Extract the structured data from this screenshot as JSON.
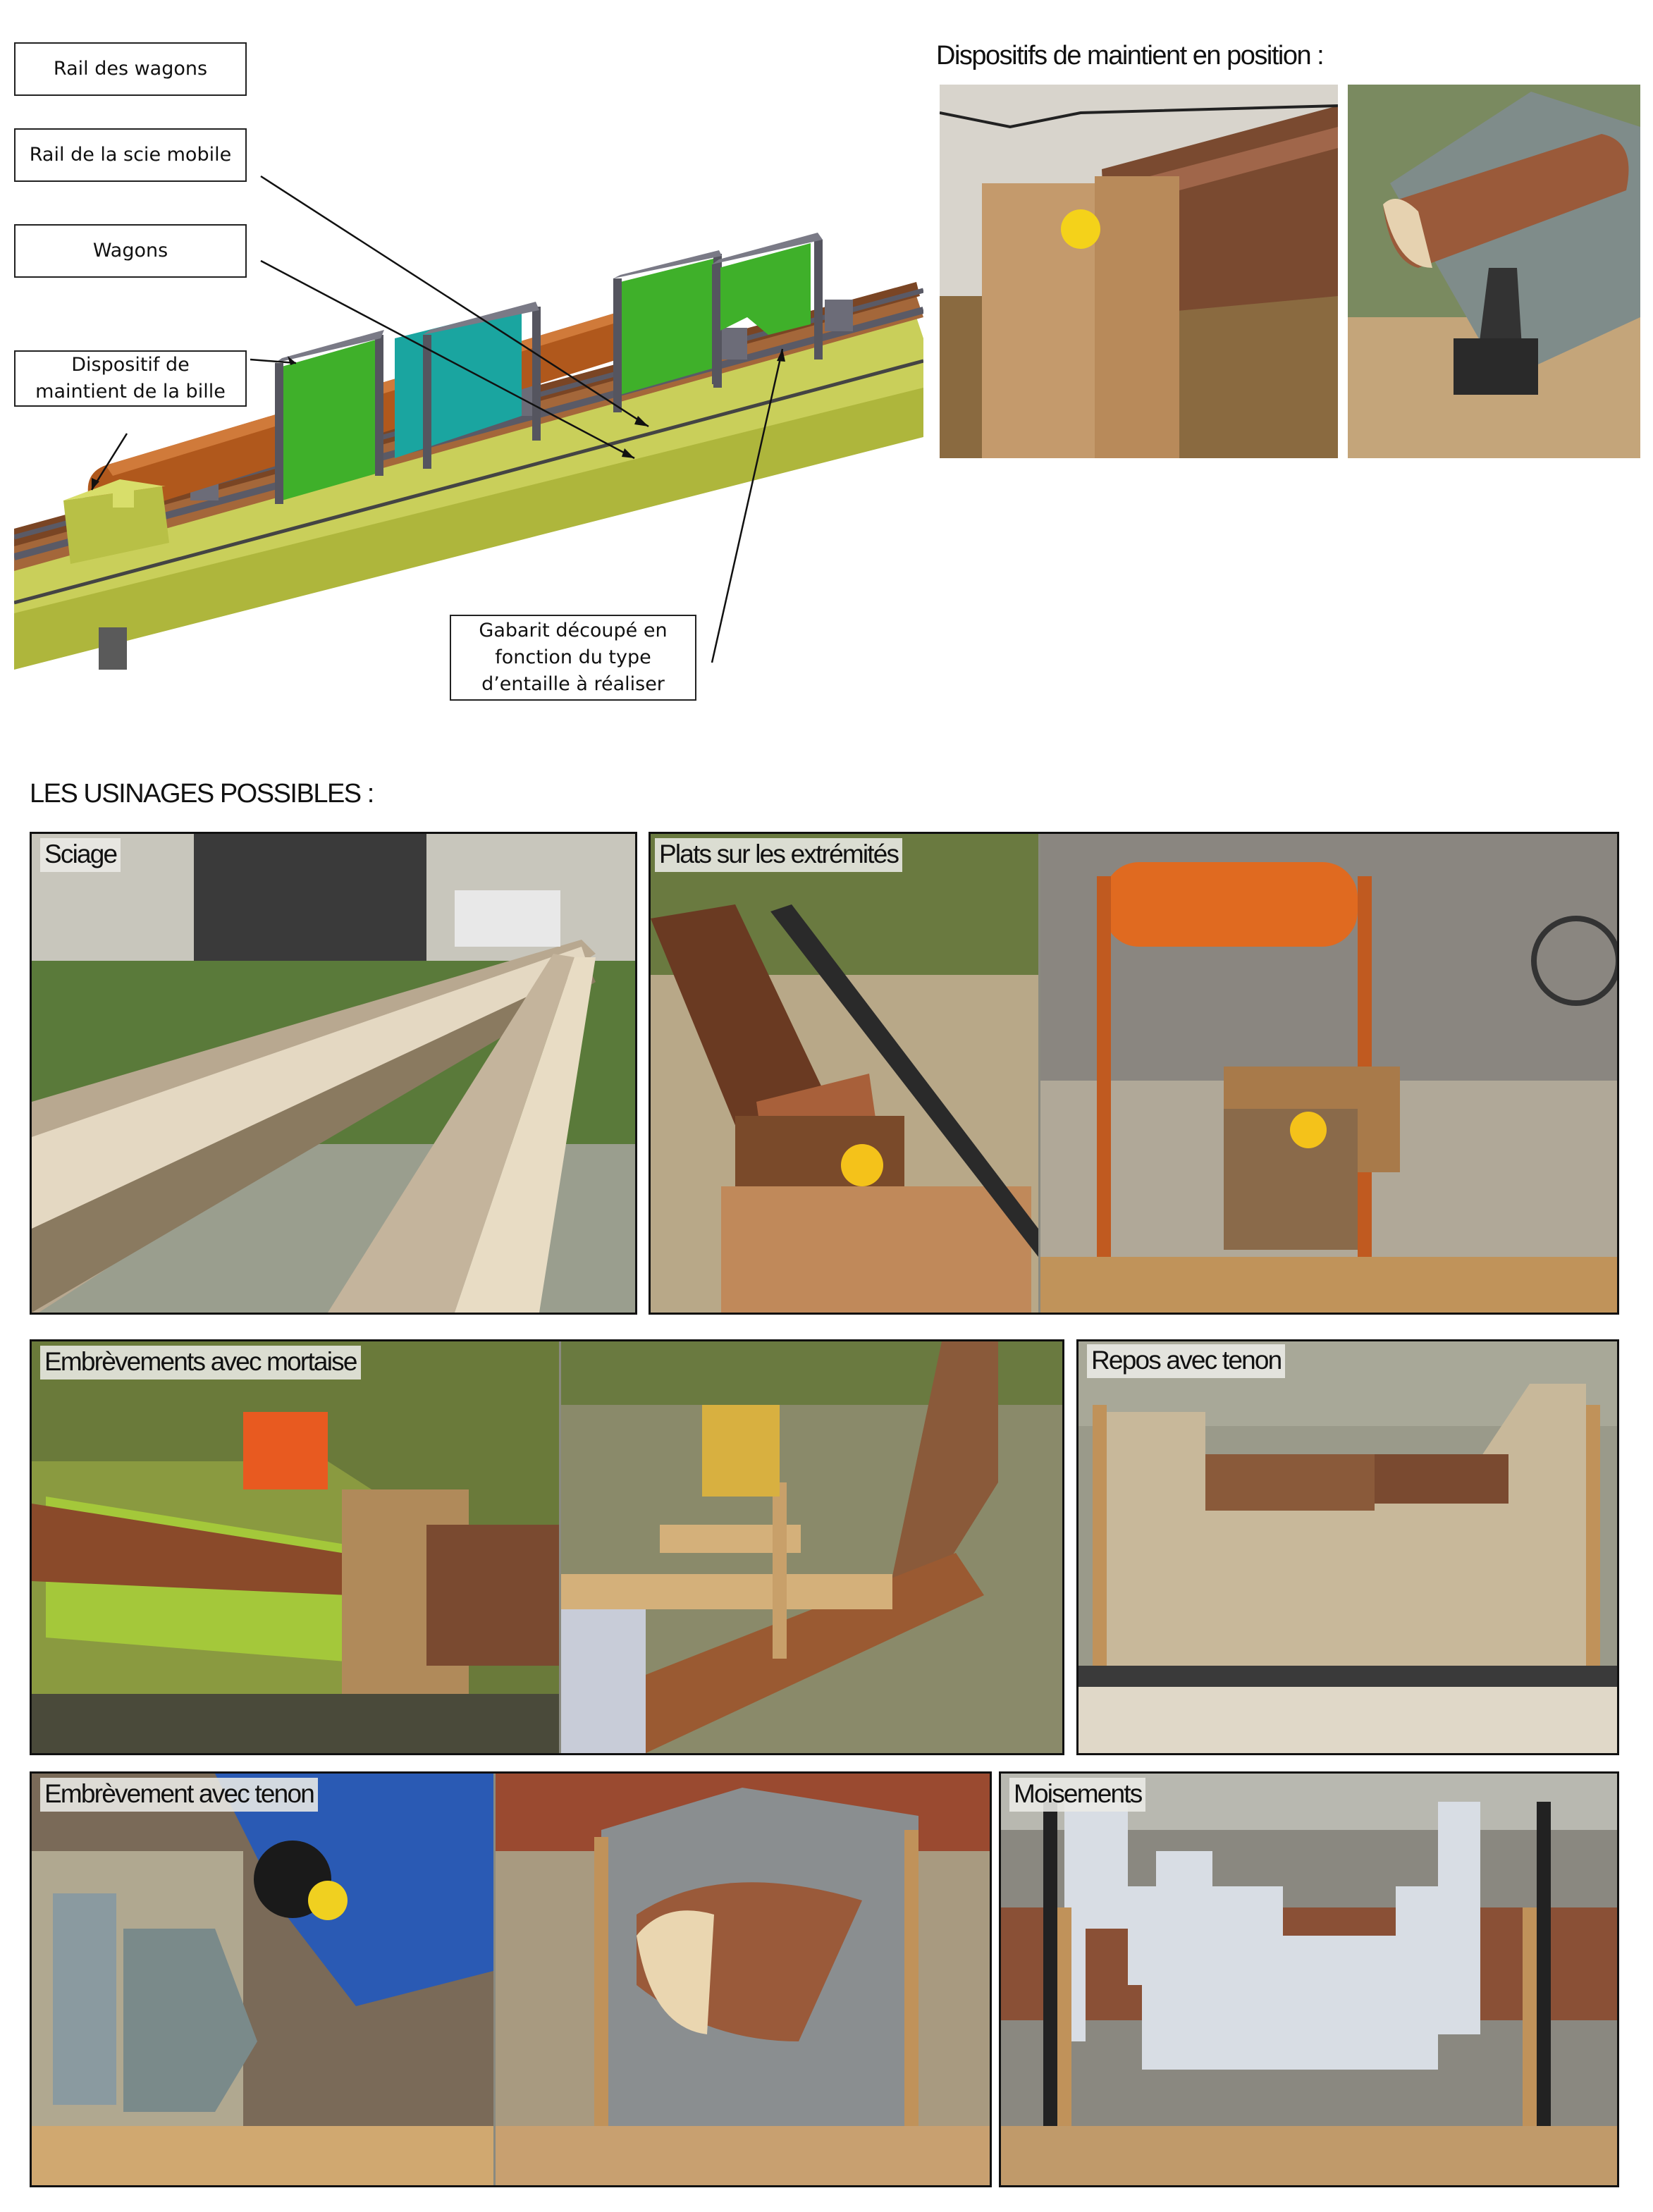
{
  "diagram": {
    "callouts": {
      "rail_wagons": "Rail des wagons",
      "rail_saw": "Rail de la scie mobile",
      "wagons": "Wagons",
      "holding_device": "Dispositif de\nmaintient de la bille",
      "template": "Gabarit découpé en\nfonction du type\nd’entaille à réaliser"
    }
  },
  "holding_section": {
    "title": "Dispositifs de maintient en position :"
  },
  "machining_section": {
    "title": "LES USINAGES POSSIBLES :",
    "panels": {
      "sciage": "Sciage",
      "plats": "Plats sur les extrémités",
      "embrevements_mortaise": "Embrèvements avec mortaise",
      "repos_tenon": "Repos avec tenon",
      "embrevement_tenon": "Embrèvement avec tenon",
      "moisements": "Moisements"
    }
  },
  "colors": {
    "log": "#b0581c",
    "wagon_green": "#3fb02a",
    "template_teal": "#1aa5a0",
    "rail_gray": "#6c6c78",
    "beam_olive": "#b8c046",
    "deck_brown": "#9a5a2c"
  }
}
